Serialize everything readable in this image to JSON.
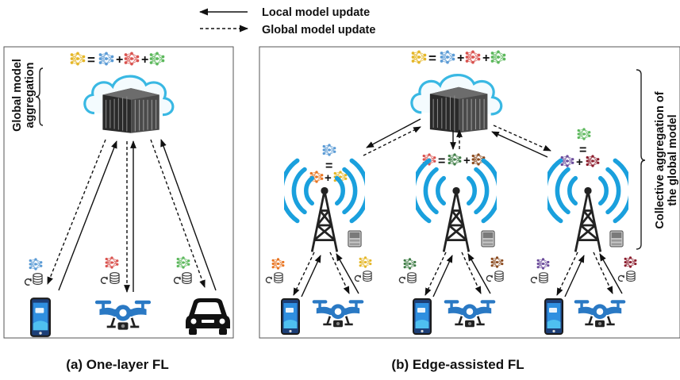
{
  "legend": {
    "local_update": "Local model update",
    "global_update": "Global model update"
  },
  "panel_a": {
    "side_label_line1": "Global model",
    "side_label_line2": "aggregation",
    "caption": "(a) One-layer FL",
    "devices": [
      "smartphone",
      "drone",
      "car"
    ]
  },
  "panel_b": {
    "side_label_line1": "Collective aggregation of",
    "side_label_line2": "the global model",
    "caption": "(b) Edge-assisted FL",
    "edge_nodes": 3
  },
  "colors": {
    "wifi_blue": "#1aa0dd",
    "device_blue": "#2a79c4",
    "model_yellow": "#e5b728",
    "model_blue": "#5b9bd5",
    "model_red": "#d9534f",
    "model_green": "#5cb85c",
    "model_orange": "#e8731f",
    "model_darkgreen": "#3f7d46",
    "model_brown": "#8b4a1e",
    "model_purple": "#6a4a9a",
    "model_maroon": "#8b1c2c",
    "cloud_outline": "#39b8e3"
  },
  "icons": [
    "cloud-server-icon",
    "cell-tower-icon",
    "edge-server-icon",
    "database-icon",
    "sync-icon",
    "smartphone-icon",
    "drone-icon",
    "car-icon",
    "neural-network-icon"
  ]
}
